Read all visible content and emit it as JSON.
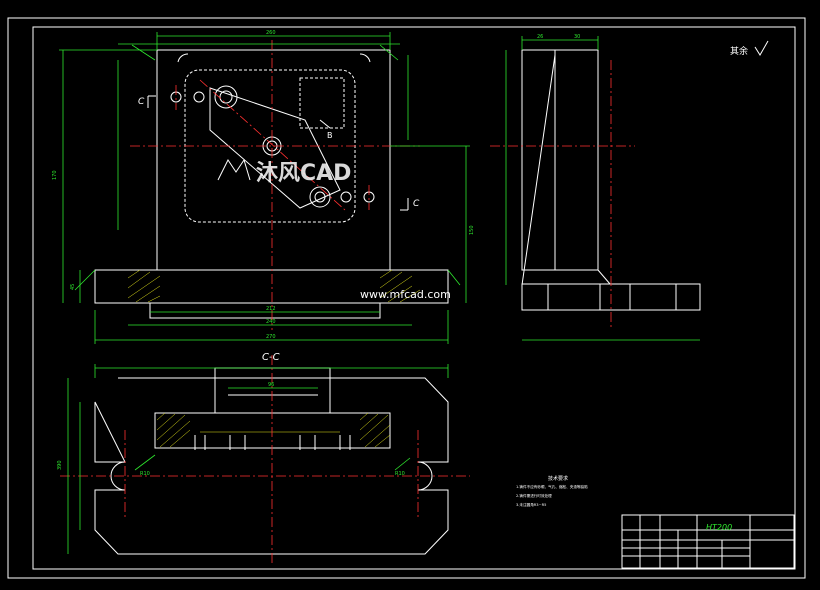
{
  "drawing": {
    "surface_roughness_note": "其余",
    "section_label": "C-C",
    "cut_label_left": "C",
    "cut_label_right": "C",
    "detail_label": "B",
    "material": "HT200",
    "watermark_brand": "沐风CAD",
    "watermark_url": "www.mfcad.com",
    "dimensions": {
      "top_width": "260",
      "base_width": "270",
      "inner_width": "240",
      "lower_width": "212",
      "left_height": "170",
      "right_height": "150",
      "side_width": "26",
      "side_top": "30",
      "section_width": "390",
      "section_inner": "96",
      "radius_left": "R10",
      "radius_right": "R10",
      "base_height": "45"
    },
    "technical_requirements_title": "技术要求",
    "technical_requirements": [
      "1.铸件不应有砂眼、气孔、缩松、夹渣等缺陷",
      "2.铸件需进行时效处理",
      "3.未注圆角R3~R5"
    ]
  },
  "colors": {
    "outline": "#ffffff",
    "dimension": "#2ee82e",
    "centerline": "#ff3030",
    "hatch": "#e6e61a"
  }
}
